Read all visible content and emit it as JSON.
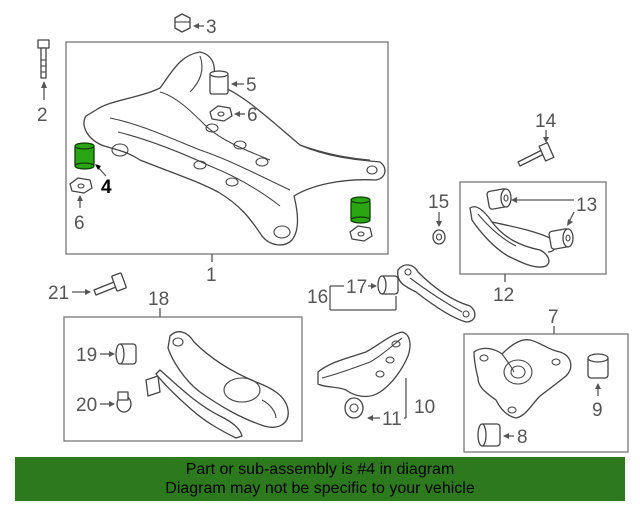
{
  "callouts": {
    "c1": "1",
    "c2": "2",
    "c3": "3",
    "c4": "4",
    "c5": "5",
    "c6a": "6",
    "c6b": "6",
    "c7": "7",
    "c8": "8",
    "c9": "9",
    "c10": "10",
    "c11": "11",
    "c12": "12",
    "c13": "13",
    "c14": "14",
    "c15": "15",
    "c16": "16",
    "c17": "17",
    "c18": "18",
    "c19": "19",
    "c20": "20",
    "c21": "21"
  },
  "highlight_color": "#2aa613",
  "banner": {
    "line1": "Part or sub-assembly is #4 in diagram",
    "line2": "Diagram may not be specific to your vehicle",
    "background": "#2d7a1e"
  }
}
